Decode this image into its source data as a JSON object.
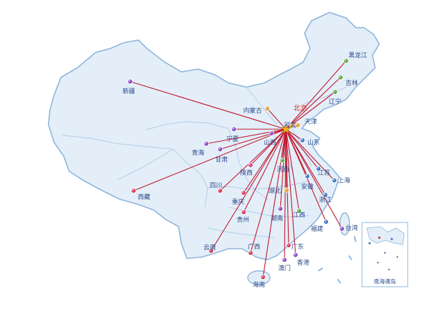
{
  "map": {
    "hub": "北京",
    "colors": {
      "land": "#e3eef8",
      "land_stroke": "#8db4dc",
      "route": "#c0142a",
      "label": "#2a4a8a",
      "hub_label": "#d42a1c"
    },
    "cities": [
      {
        "id": "heilongjiang",
        "label": "黑龙江",
        "marker_color": "#59a83a"
      },
      {
        "id": "jilin",
        "label": "吉林",
        "marker_color": "#59a83a"
      },
      {
        "id": "liaoning",
        "label": "辽宁",
        "marker_color": "#59a83a"
      },
      {
        "id": "xinjiang",
        "label": "新疆",
        "marker_color": "#8a4ac6"
      },
      {
        "id": "neimenggu",
        "label": "内蒙古",
        "marker_color": "#e59c2a"
      },
      {
        "id": "tianjin",
        "label": "天津",
        "marker_color": "#e59c2a"
      },
      {
        "id": "hebei",
        "label": "河北",
        "marker_color": "#e59c2a"
      },
      {
        "id": "shanxi",
        "label": "山西",
        "marker_color": "#8a4ac6"
      },
      {
        "id": "ningxia",
        "label": "宁夏",
        "marker_color": "#8a4ac6"
      },
      {
        "id": "shandong",
        "label": "山东",
        "marker_color": "#3a78c4"
      },
      {
        "id": "qinghai",
        "label": "青海",
        "marker_color": "#8a4ac6"
      },
      {
        "id": "gansu",
        "label": "甘肃",
        "marker_color": "#8a4ac6"
      },
      {
        "id": "shaanxi",
        "label": "陕西",
        "marker_color": "#d63a7a"
      },
      {
        "id": "henan",
        "label": "河南",
        "marker_color": "#59a83a"
      },
      {
        "id": "jiangsu",
        "label": "江苏",
        "marker_color": "#3a78c4"
      },
      {
        "id": "shanghai",
        "label": "上海",
        "marker_color": "#3a78c4"
      },
      {
        "id": "anhui",
        "label": "安徽",
        "marker_color": "#3a78c4"
      },
      {
        "id": "xizang",
        "label": "西藏",
        "marker_color": "#d63a5a"
      },
      {
        "id": "sichuan",
        "label": "四川",
        "marker_color": "#d63a5a"
      },
      {
        "id": "chongqing",
        "label": "重庆",
        "marker_color": "#d63a5a"
      },
      {
        "id": "hubei",
        "label": "湖北",
        "marker_color": "#e59c2a"
      },
      {
        "id": "zhejiang",
        "label": "浙江",
        "marker_color": "#3a78c4"
      },
      {
        "id": "jiangxi",
        "label": "江西",
        "marker_color": "#59a83a"
      },
      {
        "id": "guizhou",
        "label": "贵州",
        "marker_color": "#d63a5a"
      },
      {
        "id": "hunan",
        "label": "湖南",
        "marker_color": "#8a4ac6"
      },
      {
        "id": "fujian",
        "label": "福建",
        "marker_color": "#3a78c4"
      },
      {
        "id": "taiwan",
        "label": "台湾",
        "marker_color": "#8a4ac6"
      },
      {
        "id": "yunnan",
        "label": "云南",
        "marker_color": "#d63a5a"
      },
      {
        "id": "guangxi",
        "label": "广西",
        "marker_color": "#d63a5a"
      },
      {
        "id": "guangdong",
        "label": "广东",
        "marker_color": "#d63a5a"
      },
      {
        "id": "aomen",
        "label": "澳门",
        "marker_color": "#8a4ac6"
      },
      {
        "id": "xianggang",
        "label": "香港",
        "marker_color": "#8a4ac6"
      },
      {
        "id": "hainan",
        "label": "海南",
        "marker_color": "#d63a5a"
      }
    ],
    "inset": {
      "label": "南海诸岛"
    }
  }
}
